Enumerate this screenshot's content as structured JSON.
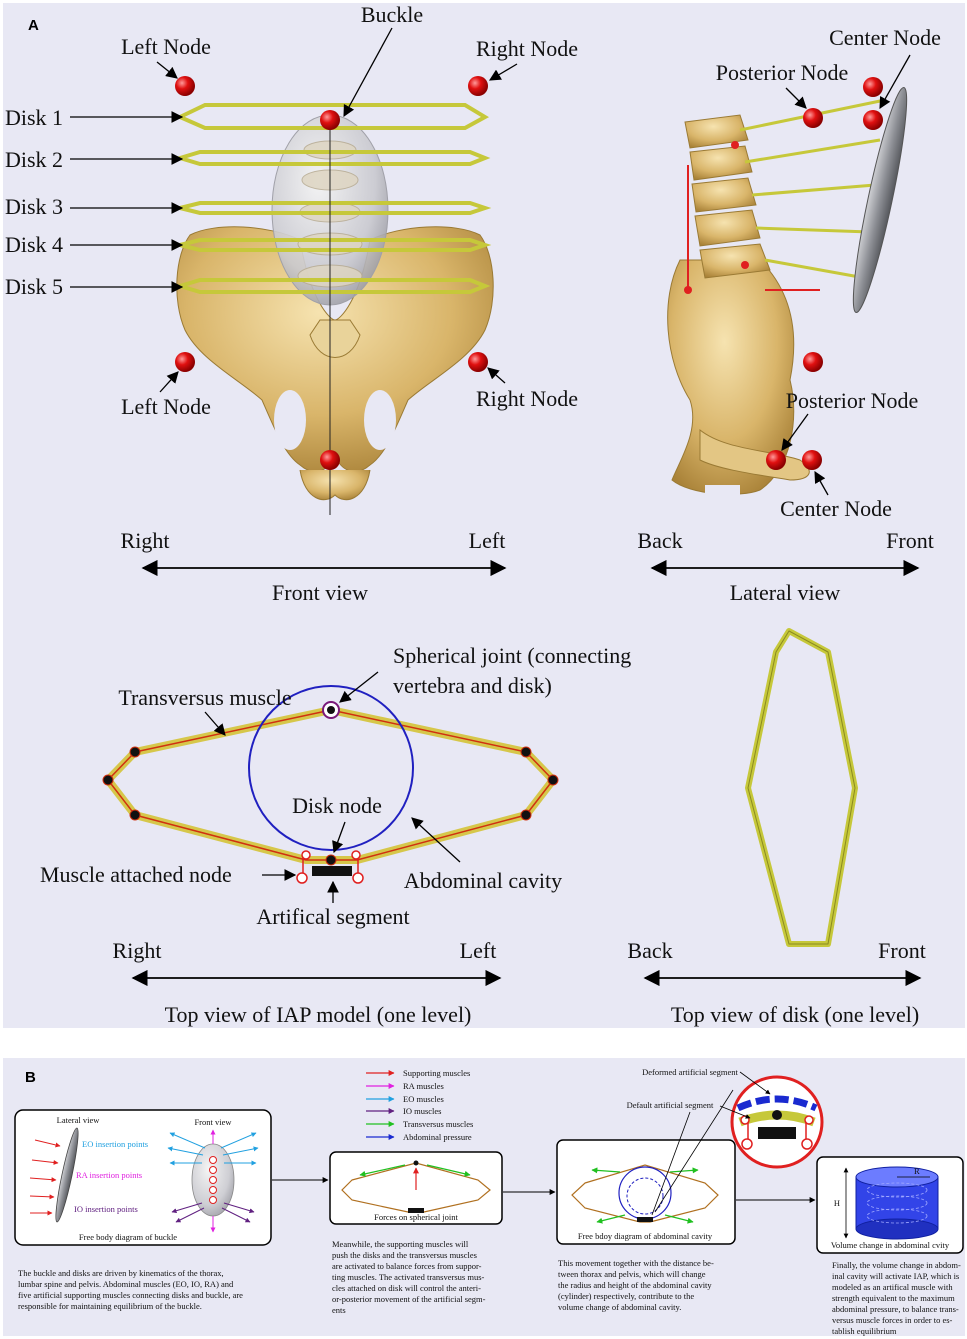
{
  "panel_a": {
    "letter": "A",
    "front": {
      "buckle": "Buckle",
      "left_node_top": "Left Node",
      "right_node_top": "Right Node",
      "disks": [
        "Disk 1",
        "Disk 2",
        "Disk 3",
        "Disk 4",
        "Disk 5"
      ],
      "left_node_bottom": "Left Node",
      "right_node_bottom": "Right Node",
      "axis_right": "Right",
      "axis_left": "Left",
      "caption": "Front view"
    },
    "lateral": {
      "center_node_top": "Center Node",
      "posterior_node_top": "Posterior Node",
      "posterior_node_bottom": "Posterior Node",
      "center_node_bottom": "Center Node",
      "axis_back": "Back",
      "axis_front": "Front",
      "caption": "Lateral view"
    },
    "iap": {
      "spherical_joint_1": "Spherical joint (connecting",
      "spherical_joint_2": "vertebra and disk)",
      "transversus": "Transversus muscle",
      "disk_node": "Disk node",
      "muscle_attached": "Muscle attached node",
      "abdominal": "Abdominal cavity",
      "artificial": "Artifical segment",
      "axis_right": "Right",
      "axis_left": "Left",
      "caption": "Top view of IAP model (one level)"
    },
    "disk_top": {
      "axis_back": "Back",
      "axis_front": "Front",
      "caption": "Top view of disk (one level)"
    }
  },
  "panel_b": {
    "letter": "B",
    "box1": {
      "lateral": "Lateral view",
      "front": "Front view",
      "eo": "EO insertion points",
      "ra": "RA insertion points",
      "io": "IO insertion points",
      "caption": "Free body diagram of buckle",
      "text": [
        "The buckle and disks are driven by kinematics of the thorax,",
        "lumbar spine and pelvis. Abdominal muscles (EO, IO, RA) and",
        "five artificial supporting muscles connecting disks and buckle, are",
        "responsible for maintaining equilibrium of the buckle."
      ]
    },
    "legend": [
      "Supporting muscles",
      "RA muscles",
      "EO muscles",
      "IO muscles",
      "Transversus muscles",
      "Abdominal pressure"
    ],
    "legend_colors": [
      "#e02020",
      "#e020e0",
      "#20a0e0",
      "#602080",
      "#20c020",
      "#1a2ad0"
    ],
    "box2": {
      "caption": "Forces on spherical joint",
      "text": [
        "Meanwhile, the supporting muscles will",
        "push the disks and the transversus muscles",
        "are activated to balance forces from suppor-",
        "ting muscles. The activated transversus mus-",
        "cles attached on disk will control the anteri-",
        "or-posterior movement of the artificial segm-",
        "ents"
      ]
    },
    "box3": {
      "deformed": "Deformed artificial segment",
      "default": "Default artificial segment",
      "caption": "Free bdoy diagram of abdominal cavity",
      "text": [
        "This movement together with the distance be-",
        "tween thorax and pelvis, which will change",
        "the radius and height of the abdominal cavity",
        "(cylinder) respectively, contribute to the",
        "volume change of abdominal cavity."
      ]
    },
    "box4": {
      "h": "H",
      "r": "R",
      "caption": "Volume change in abdominal cvity",
      "text": [
        "Finally, the volume change in abdom-",
        "inal cavity will activate IAP, which is",
        "modeled as an artifical muscle with",
        "strength equivalent to the maximum",
        "abdominal pressure, to balance trans-",
        "versus muscle forces in order to es-",
        "tablish equilibrium"
      ]
    }
  }
}
